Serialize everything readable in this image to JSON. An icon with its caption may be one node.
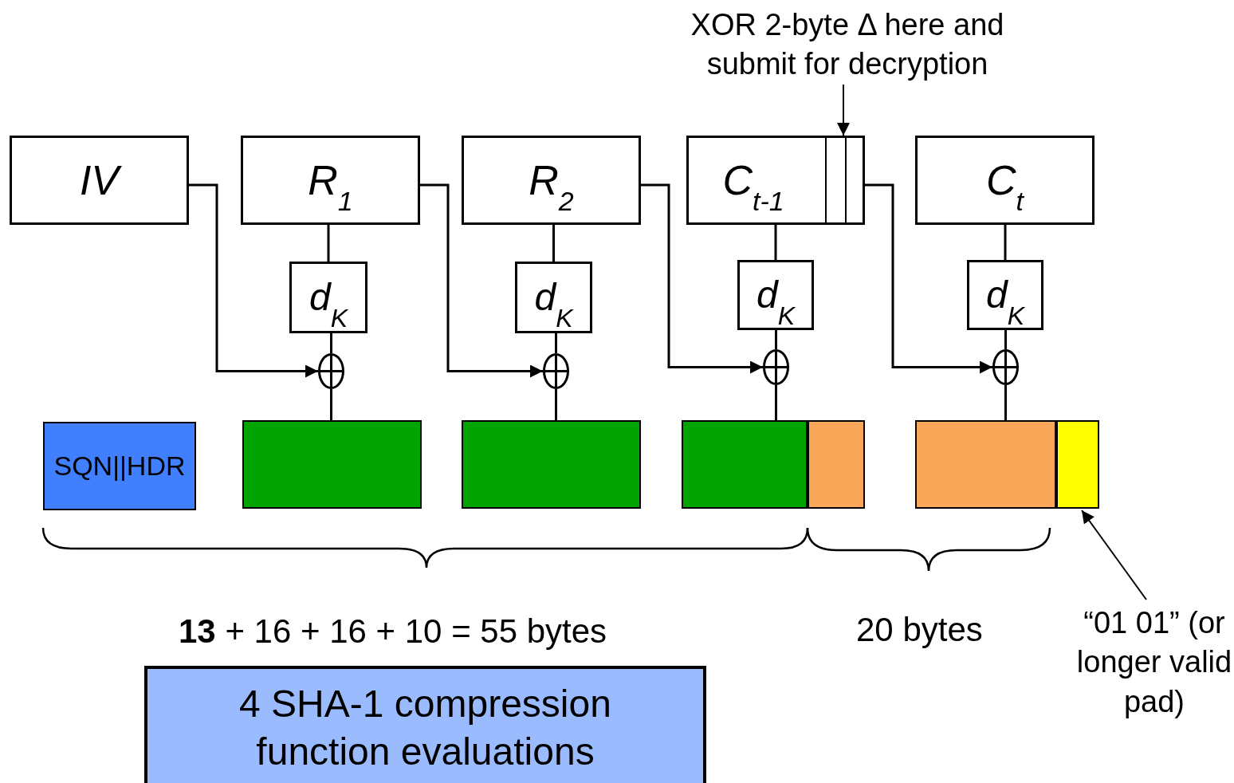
{
  "diagram": {
    "nodes": [
      {
        "text": [
          "IV"
        ]
      },
      {
        "text": [
          "R$_{1}$"
        ]
      },
      {
        "text": [
          "R$_{2}$"
        ]
      },
      {
        "text": [
          "C$_{t-1}$"
        ]
      },
      {
        "text": [
          "C$_{t}$"
        ]
      },
      {
        "text": [
          "d$_{K}$"
        ]
      },
      {
        "text": [
          "d$_{K}$"
        ]
      },
      {
        "text": [
          "d$_{K}$"
        ]
      },
      {
        "text": [
          "d$_{K}$"
        ]
      },
      {
        "text": [],
        "shape": "circle"
      },
      {
        "text": [],
        "shape": "circle"
      },
      {
        "text": [],
        "shape": "circle"
      },
      {
        "text": [],
        "shape": "circle"
      },
      {
        "text": [
          "SQN||HDR"
        ]
      },
      {
        "text": [],
        "shape": "box"
      },
      {
        "text": [],
        "shape": "box"
      },
      {
        "text": [],
        "shape": "box"
      },
      {
        "text": [],
        "shape": "box"
      },
      {
        "text": [],
        "shape": "box"
      },
      {
        "text": [],
        "shape": "box"
      },
      {
        "text": [
          "XOR 2-byte Δ here and submit for decryption"
        ]
      },
      {
        "text": [
          "“01 01” (or longer valid pad)"
        ]
      },
      {
        "text": [
          "4 SHA-1 compression function evaluations"
        ]
      }
    ],
    "edges": [
      {
        "from": 0,
        "to": 9,
        "arrow": "to"
      },
      {
        "from": 1,
        "to": 10,
        "arrow": "to"
      },
      {
        "from": 2,
        "to": 11,
        "arrow": "to"
      },
      {
        "from": 3,
        "to": 12,
        "arrow": "to"
      },
      {
        "from": 1,
        "to": 5,
        "arrow": "none"
      },
      {
        "from": 5,
        "to": 9,
        "arrow": "none"
      },
      {
        "from": 9,
        "to": 14,
        "arrow": "none"
      },
      {
        "from": 2,
        "to": 6,
        "arrow": "none"
      },
      {
        "from": 6,
        "to": 10,
        "arrow": "none"
      },
      {
        "from": 10,
        "to": 15,
        "arrow": "none"
      },
      {
        "from": 3,
        "to": 7,
        "arrow": "none"
      },
      {
        "from": 7,
        "to": 11,
        "arrow": "none"
      },
      {
        "from": 11,
        "to": 16,
        "arrow": "none"
      },
      {
        "from": 4,
        "to": 8,
        "arrow": "none"
      },
      {
        "from": 8,
        "to": 12,
        "arrow": "none"
      },
      {
        "from": 12,
        "to": 18,
        "arrow": "none"
      },
      {
        "from": 20,
        "to": 3,
        "arrow": "to"
      },
      {
        "from": 21,
        "to": 19,
        "arrow": "to"
      }
    ],
    "labels": [
      "**13** + 16 + 16 + 10 = 55 bytes",
      "20 bytes"
    ]
  }
}
